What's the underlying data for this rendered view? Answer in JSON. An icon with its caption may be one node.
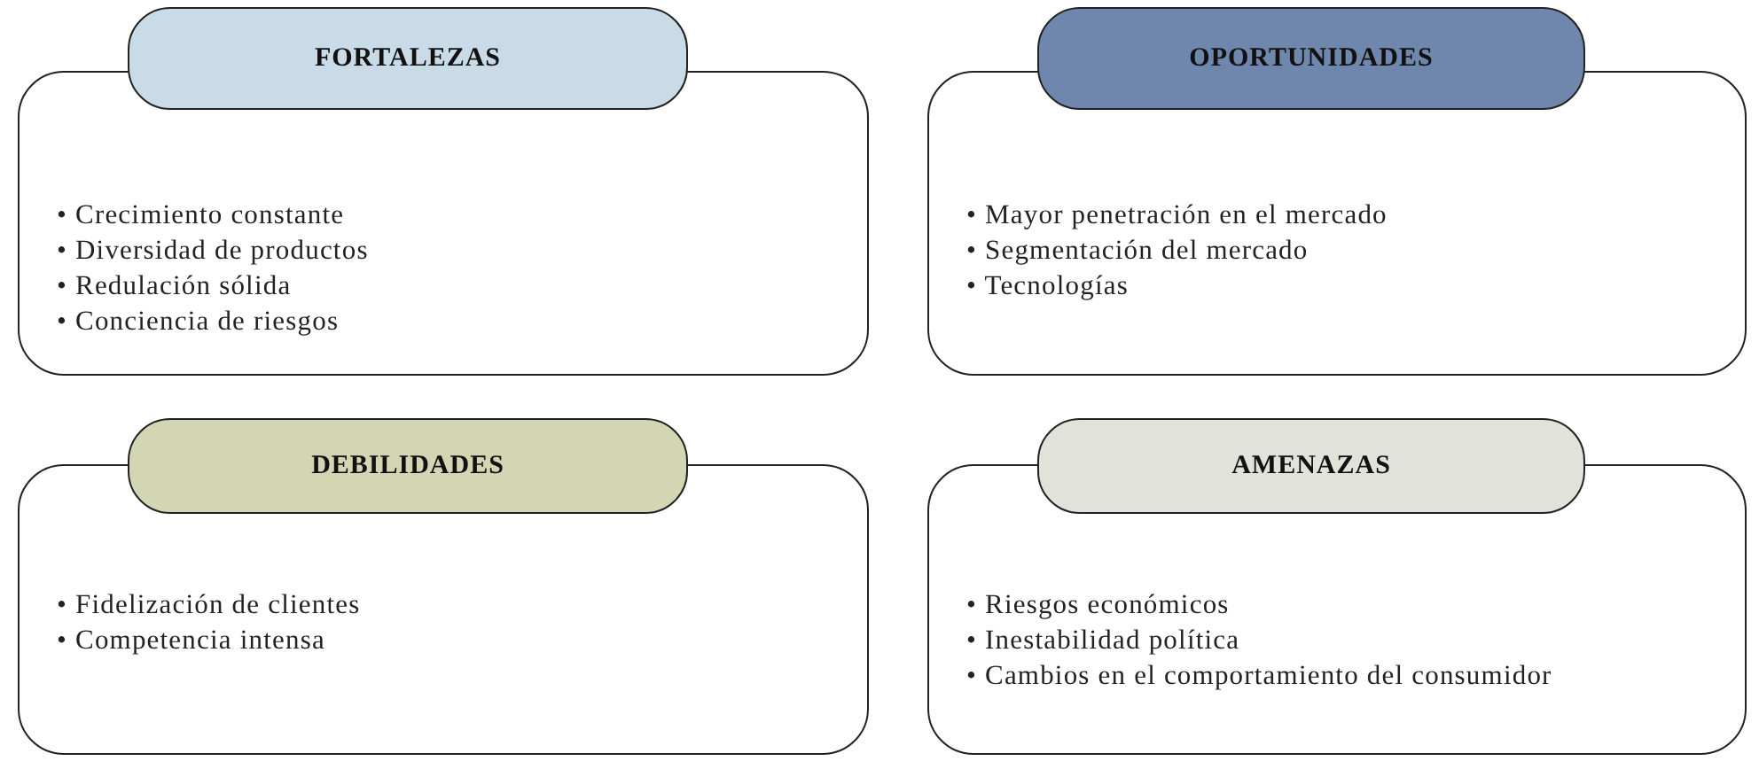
{
  "diagram": {
    "nodes": [
      {
        "text": [
          "FORTALEZAS",
          "• Crecimiento constante",
          "• Diversidad de productos",
          "• Redulación sólida",
          "• Conciencia de riesgos"
        ]
      },
      {
        "text": [
          "OPORTUNIDADES",
          "• Mayor penetración en el mercado",
          "• Segmentación del mercado",
          "• Tecnologías"
        ]
      },
      {
        "text": [
          "DEBILIDADES",
          "• Fidelización de clientes",
          "• Competencia intensa"
        ]
      },
      {
        "text": [
          "AMENAZAS",
          "• Riesgos económicos",
          "• Inestabilidad política",
          "• Cambios en el comportamiento del consumidor"
        ]
      }
    ]
  }
}
